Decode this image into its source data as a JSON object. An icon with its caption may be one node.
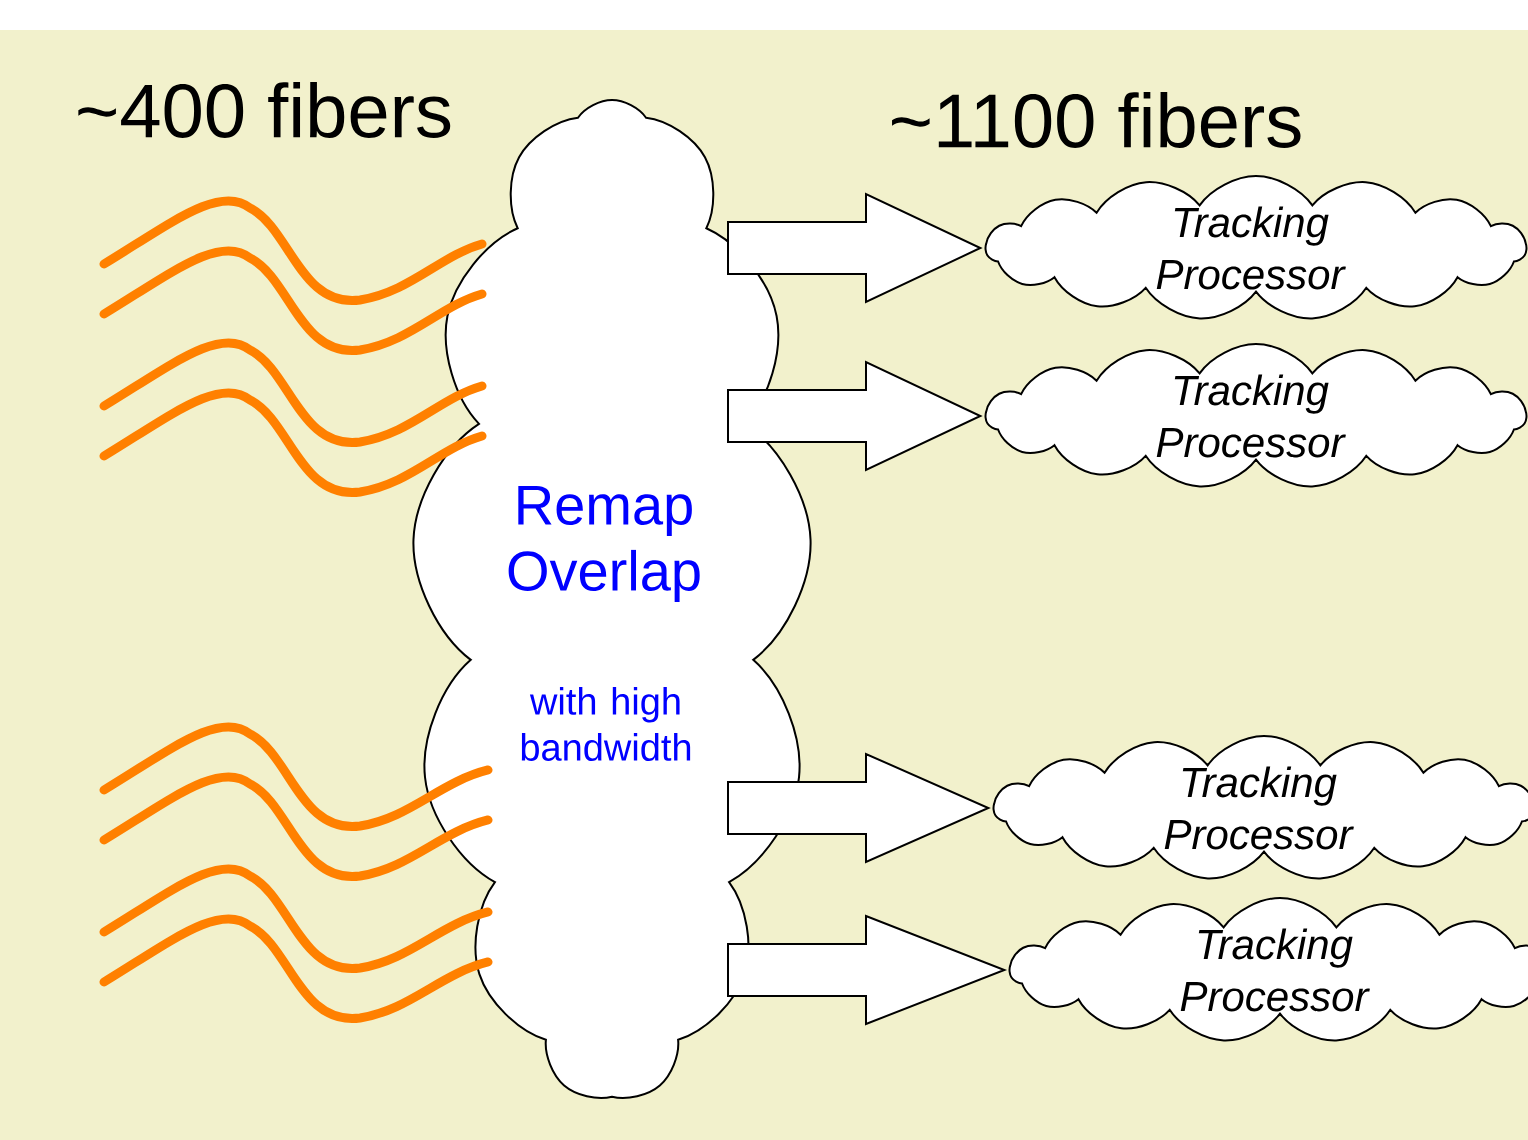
{
  "diagram": {
    "nodes": [
      {
        "text": [
          "Remap Overlap",
          "with high bandwidth"
        ]
      },
      {
        "text": [
          "Tracking Processor"
        ]
      },
      {
        "text": [
          "Tracking Processor"
        ]
      },
      {
        "text": [
          "Tracking Processor"
        ]
      },
      {
        "text": [
          "Tracking Processor"
        ]
      }
    ],
    "edges": [
      {
        "from": null,
        "to": 0,
        "arrow": "none"
      },
      {
        "from": null,
        "to": 0,
        "arrow": "none"
      },
      {
        "from": null,
        "to": 0,
        "arrow": "none"
      },
      {
        "from": null,
        "to": 0,
        "arrow": "none"
      },
      {
        "from": null,
        "to": 0,
        "arrow": "none"
      },
      {
        "from": null,
        "to": 0,
        "arrow": "none"
      },
      {
        "from": null,
        "to": 0,
        "arrow": "none"
      },
      {
        "from": null,
        "to": 0,
        "arrow": "none"
      },
      {
        "from": 0,
        "to": 1,
        "arrow": "to"
      },
      {
        "from": 0,
        "to": 2,
        "arrow": "to"
      },
      {
        "from": 0,
        "to": 3,
        "arrow": "to"
      },
      {
        "from": 0,
        "to": 4,
        "arrow": "to"
      }
    ],
    "labels": [
      "~400 fibers",
      "~1100 fibers"
    ]
  }
}
